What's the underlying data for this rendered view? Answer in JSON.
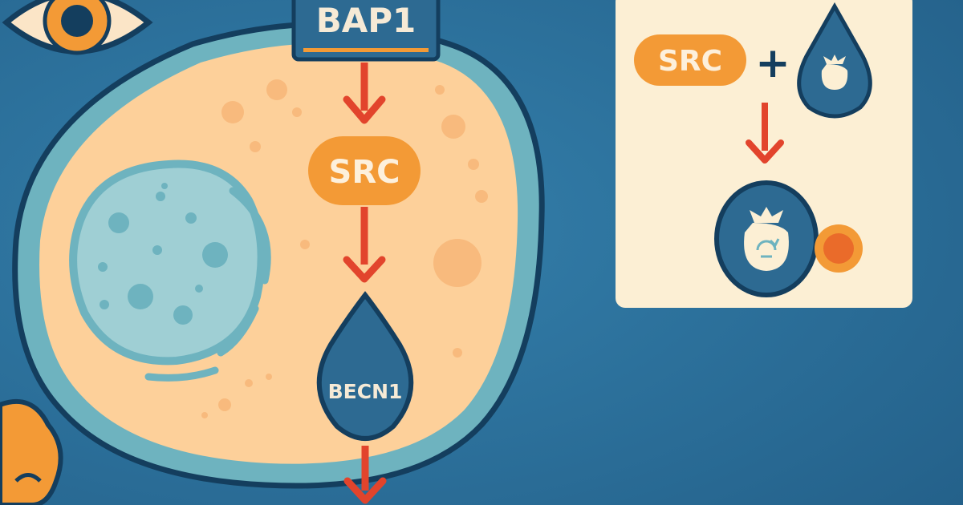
{
  "labels": {
    "top_gene": "BAP1",
    "mid_gene": "SRC",
    "bottom_gene": "BECN1",
    "inset_gene": "SRC",
    "inset_plus": "+"
  },
  "colors": {
    "background": "#2b6f99",
    "cytoplasm": "#fdd09a",
    "membrane": "#6eb3bf",
    "outline": "#143e5e",
    "nucleus": "#9fcfd4",
    "src_pill": "#f39a36",
    "becn1_drop": "#2d6a92",
    "arrow": "#e2442c",
    "inset_panel": "#fcefd4",
    "orange_dot": "#ea6b2a"
  },
  "icons": [
    "eye-icon",
    "recycle-bag-icon",
    "droplet-icon"
  ]
}
